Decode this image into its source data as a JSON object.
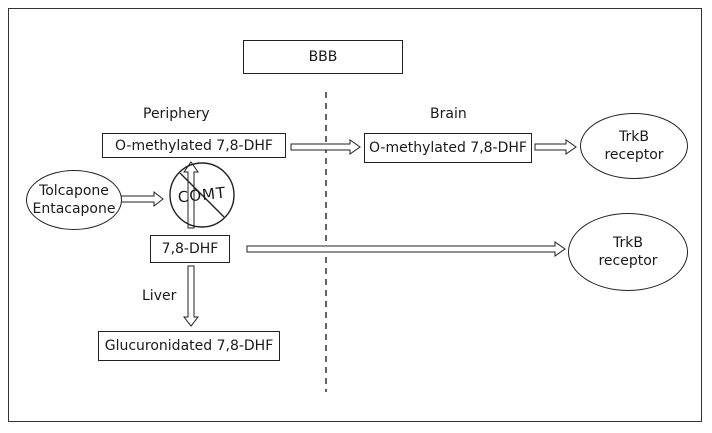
{
  "barrier": {
    "label": "BBB"
  },
  "regions": {
    "periphery": "Periphery",
    "brain": "Brain",
    "liver": "Liver"
  },
  "boxes": {
    "periphery_methylated": "O-methylated 7,8-DHF",
    "brain_methylated": "O-methylated 7,8-DHF",
    "dhf": "7,8-DHF",
    "glucuronidated": "Glucuronidated 7,8-DHF"
  },
  "inhibitors": {
    "line1": "Tolcapone",
    "line2": "Entacapone"
  },
  "enzyme": {
    "label": "COMT"
  },
  "receptor_top": {
    "line1": "TrkB",
    "line2": "receptor"
  },
  "receptor_bottom": {
    "line1": "TrkB",
    "line2": "receptor"
  }
}
